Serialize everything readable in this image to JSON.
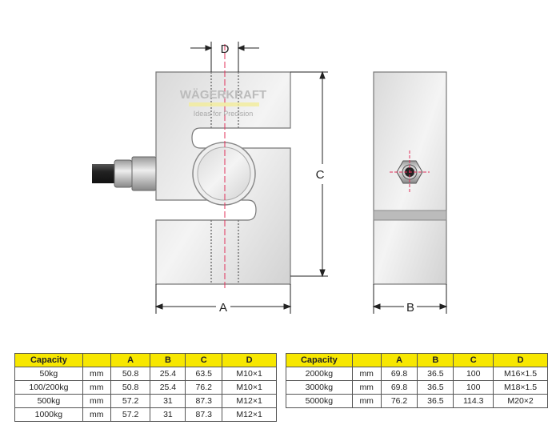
{
  "drawing": {
    "labels": {
      "a": "A",
      "b": "B",
      "c": "C",
      "d": "D"
    },
    "brand": "WÄGERKRAFT",
    "tagline": "Ideas for Precision"
  },
  "tables": [
    {
      "headers": [
        "Capacity",
        "",
        "A",
        "B",
        "C",
        "D"
      ],
      "rows": [
        [
          "50kg",
          "mm",
          "50.8",
          "25.4",
          "63.5",
          "M10×1"
        ],
        [
          "100/200kg",
          "mm",
          "50.8",
          "25.4",
          "76.2",
          "M10×1"
        ],
        [
          "500kg",
          "mm",
          "57.2",
          "31",
          "87.3",
          "M12×1"
        ],
        [
          "1000kg",
          "mm",
          "57.2",
          "31",
          "87.3",
          "M12×1"
        ]
      ]
    },
    {
      "headers": [
        "Capacity",
        "",
        "A",
        "B",
        "C",
        "D"
      ],
      "rows": [
        [
          "2000kg",
          "mm",
          "69.8",
          "36.5",
          "100",
          "M16×1.5"
        ],
        [
          "3000kg",
          "mm",
          "69.8",
          "36.5",
          "100",
          "M18×1.5"
        ],
        [
          "5000kg",
          "mm",
          "76.2",
          "36.5",
          "114.3",
          "M20×2"
        ]
      ]
    }
  ],
  "colors": {
    "header": "#f7e700",
    "centerline": "#e0305a"
  }
}
